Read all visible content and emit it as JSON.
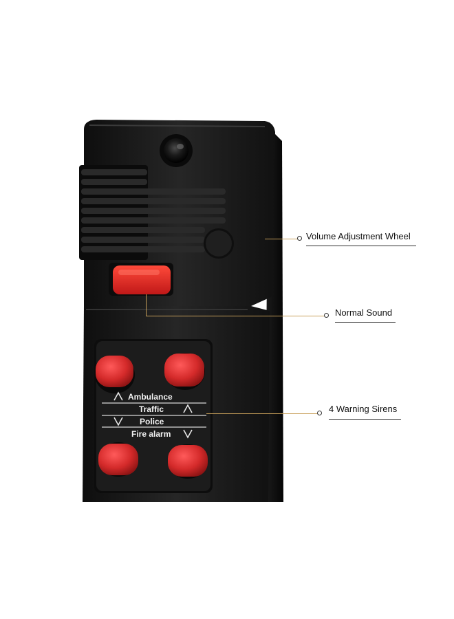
{
  "callouts": {
    "volume_wheel": "Volume Adjustment Wheel",
    "normal_sound": "Normal Sound",
    "warning_sirens": "4 Warning Sirens"
  },
  "panel": {
    "rows": [
      "Ambulance",
      "Traffic",
      "Police",
      "Fire alarm"
    ]
  },
  "colors": {
    "device_body": "#1a1a1a",
    "button_red": "#d42a2a",
    "callout_line": "#c8a05a"
  },
  "icons": {
    "up_arrow": "up-arrow-icon",
    "down_arrow": "down-arrow-icon"
  }
}
